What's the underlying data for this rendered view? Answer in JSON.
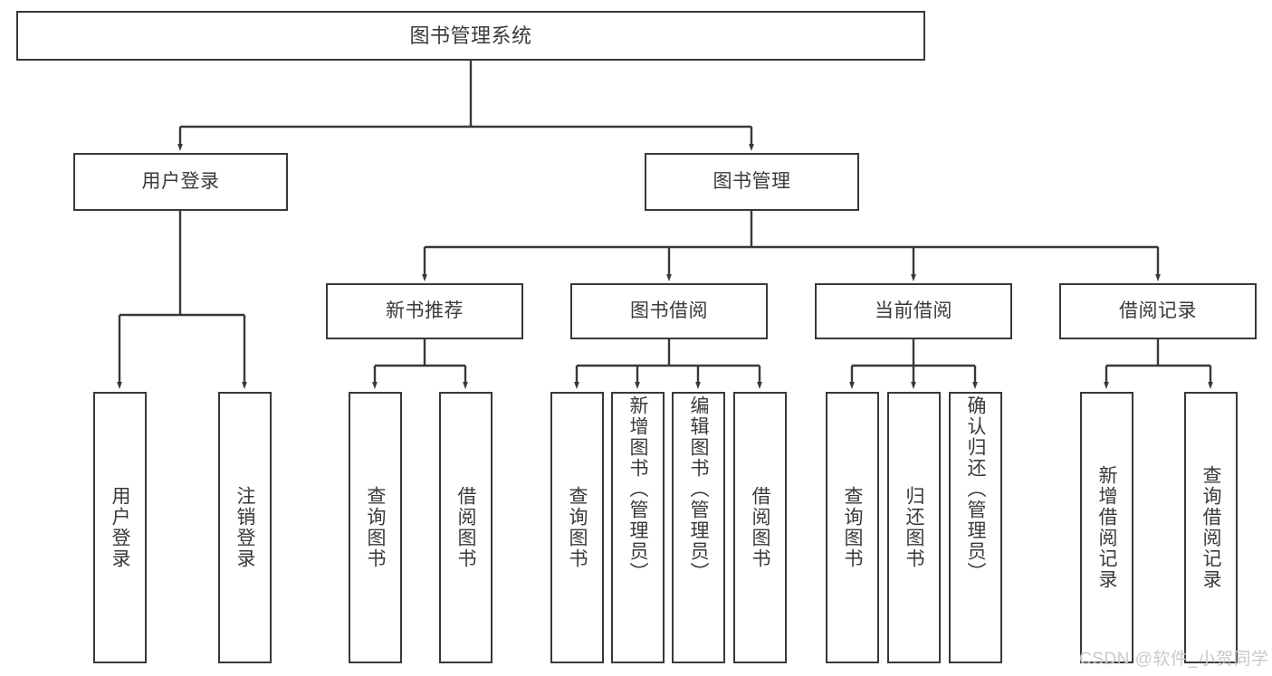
{
  "diagram": {
    "title": "图书管理系统",
    "type": "tree-hierarchy-chart",
    "watermark": "CSDN @软件_小贺同学",
    "colors": {
      "stroke": "#33393f",
      "text": "#3a3a3a",
      "background": "#ffffff",
      "watermark": "#c9c9c9"
    },
    "root": {
      "id": "root",
      "label": "图书管理系统"
    },
    "level2": [
      {
        "id": "user-login",
        "label": "用户登录"
      },
      {
        "id": "book-management",
        "label": "图书管理"
      }
    ],
    "level3": [
      {
        "id": "new-book-recommend",
        "label": "新书推荐",
        "parent": "book-management"
      },
      {
        "id": "book-borrow",
        "label": "图书借阅",
        "parent": "book-management"
      },
      {
        "id": "current-borrow",
        "label": "当前借阅",
        "parent": "book-management"
      },
      {
        "id": "borrow-record",
        "label": "借阅记录",
        "parent": "book-management"
      }
    ],
    "leaves": [
      {
        "id": "leaf-user-login",
        "label": "用户登录",
        "parent": "user-login"
      },
      {
        "id": "leaf-user-logout",
        "label": "注销登录",
        "parent": "user-login"
      },
      {
        "id": "leaf-query-book-1",
        "label": "查询图书",
        "parent": "new-book-recommend"
      },
      {
        "id": "leaf-borrow-book-1",
        "label": "借阅图书",
        "parent": "new-book-recommend"
      },
      {
        "id": "leaf-query-book-2",
        "label": "查询图书",
        "parent": "book-borrow"
      },
      {
        "id": "leaf-add-book",
        "label": "新增图书（管理员）",
        "parent": "book-borrow"
      },
      {
        "id": "leaf-edit-book",
        "label": "编辑图书（管理员）",
        "parent": "book-borrow"
      },
      {
        "id": "leaf-borrow-book-2",
        "label": "借阅图书",
        "parent": "book-borrow"
      },
      {
        "id": "leaf-query-book-3",
        "label": "查询图书",
        "parent": "current-borrow"
      },
      {
        "id": "leaf-return-book",
        "label": "归还图书",
        "parent": "current-borrow"
      },
      {
        "id": "leaf-confirm-return",
        "label": "确认归还（管理员）",
        "parent": "current-borrow"
      },
      {
        "id": "leaf-add-record",
        "label": "新增借阅记录",
        "parent": "borrow-record"
      },
      {
        "id": "leaf-query-record",
        "label": "查询借阅记录",
        "parent": "borrow-record"
      }
    ]
  }
}
